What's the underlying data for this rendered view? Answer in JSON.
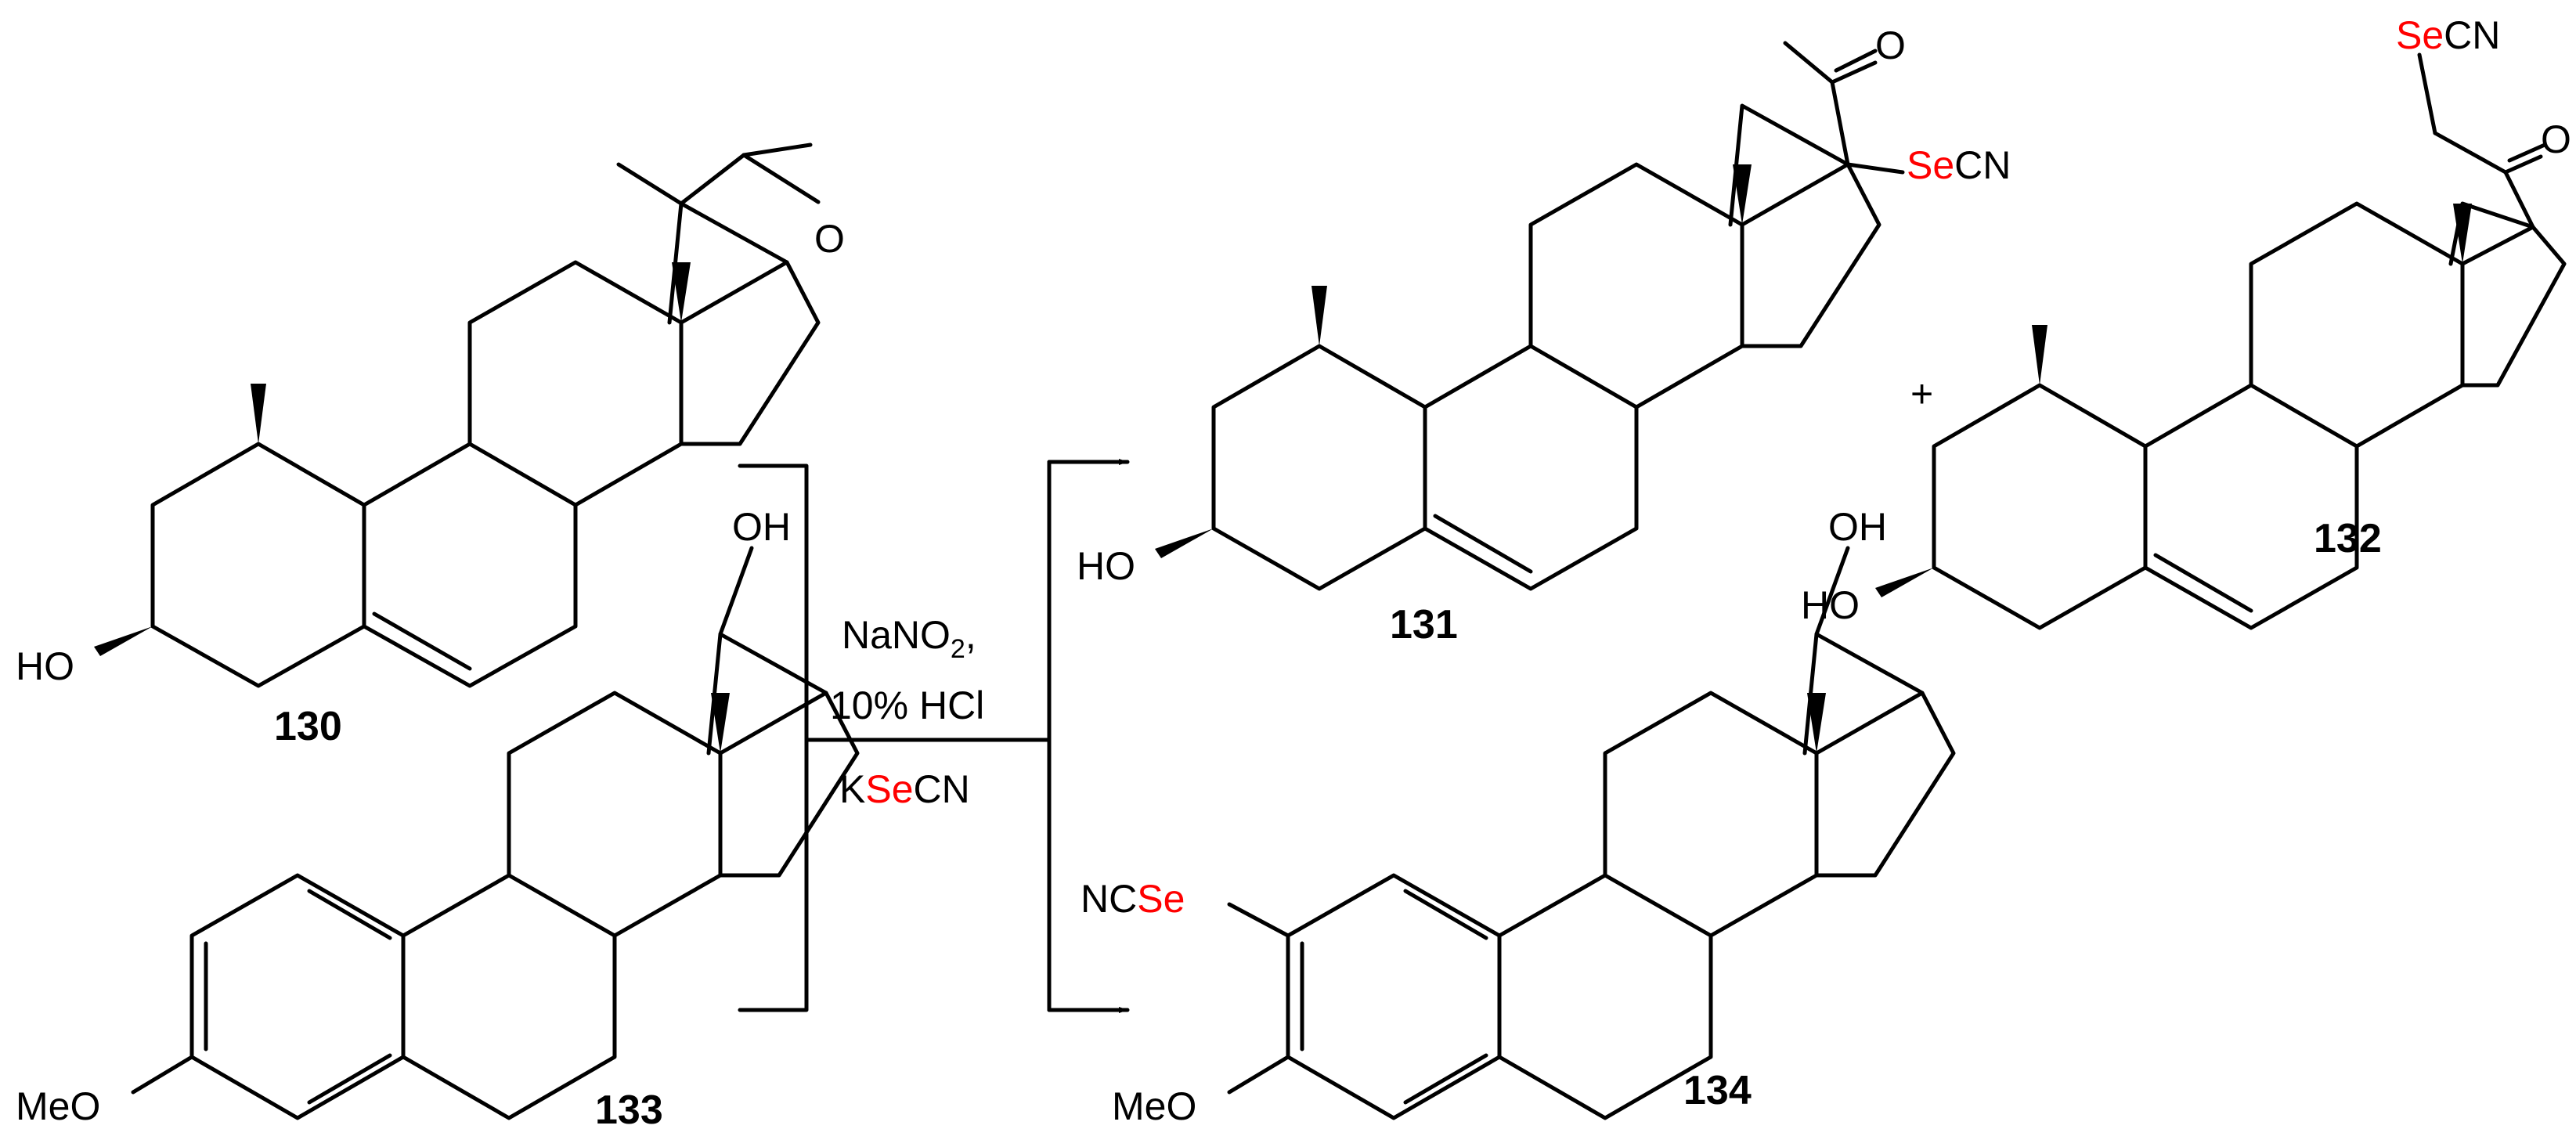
{
  "colors": {
    "ink": "#000000",
    "selenium": "#ff0000",
    "background": "#ffffff"
  },
  "compounds": {
    "c130": {
      "number": "130",
      "ketone_o": "O",
      "hydroxyl": "HO"
    },
    "c131": {
      "number": "131",
      "ketone_o": "O",
      "hydroxyl": "HO",
      "sub_se": "Se",
      "sub_cn": "CN"
    },
    "c132": {
      "number": "132",
      "ketone_o": "O",
      "hydroxyl": "HO",
      "sub_se": "Se",
      "sub_cn": "CN"
    },
    "c133": {
      "number": "133",
      "hydroxyl": "OH",
      "methoxy": "MeO"
    },
    "c134": {
      "number": "134",
      "hydroxyl": "OH",
      "methoxy": "MeO",
      "sub_nc": "NC",
      "sub_se": "Se"
    }
  },
  "plus_sign": "+",
  "conditions": {
    "line1_main": "NaNO",
    "line1_sub": "2",
    "line1_end": ",",
    "line2": "10% HCl",
    "line3_k": "K",
    "line3_se": "Se",
    "line3_cn": "CN"
  }
}
